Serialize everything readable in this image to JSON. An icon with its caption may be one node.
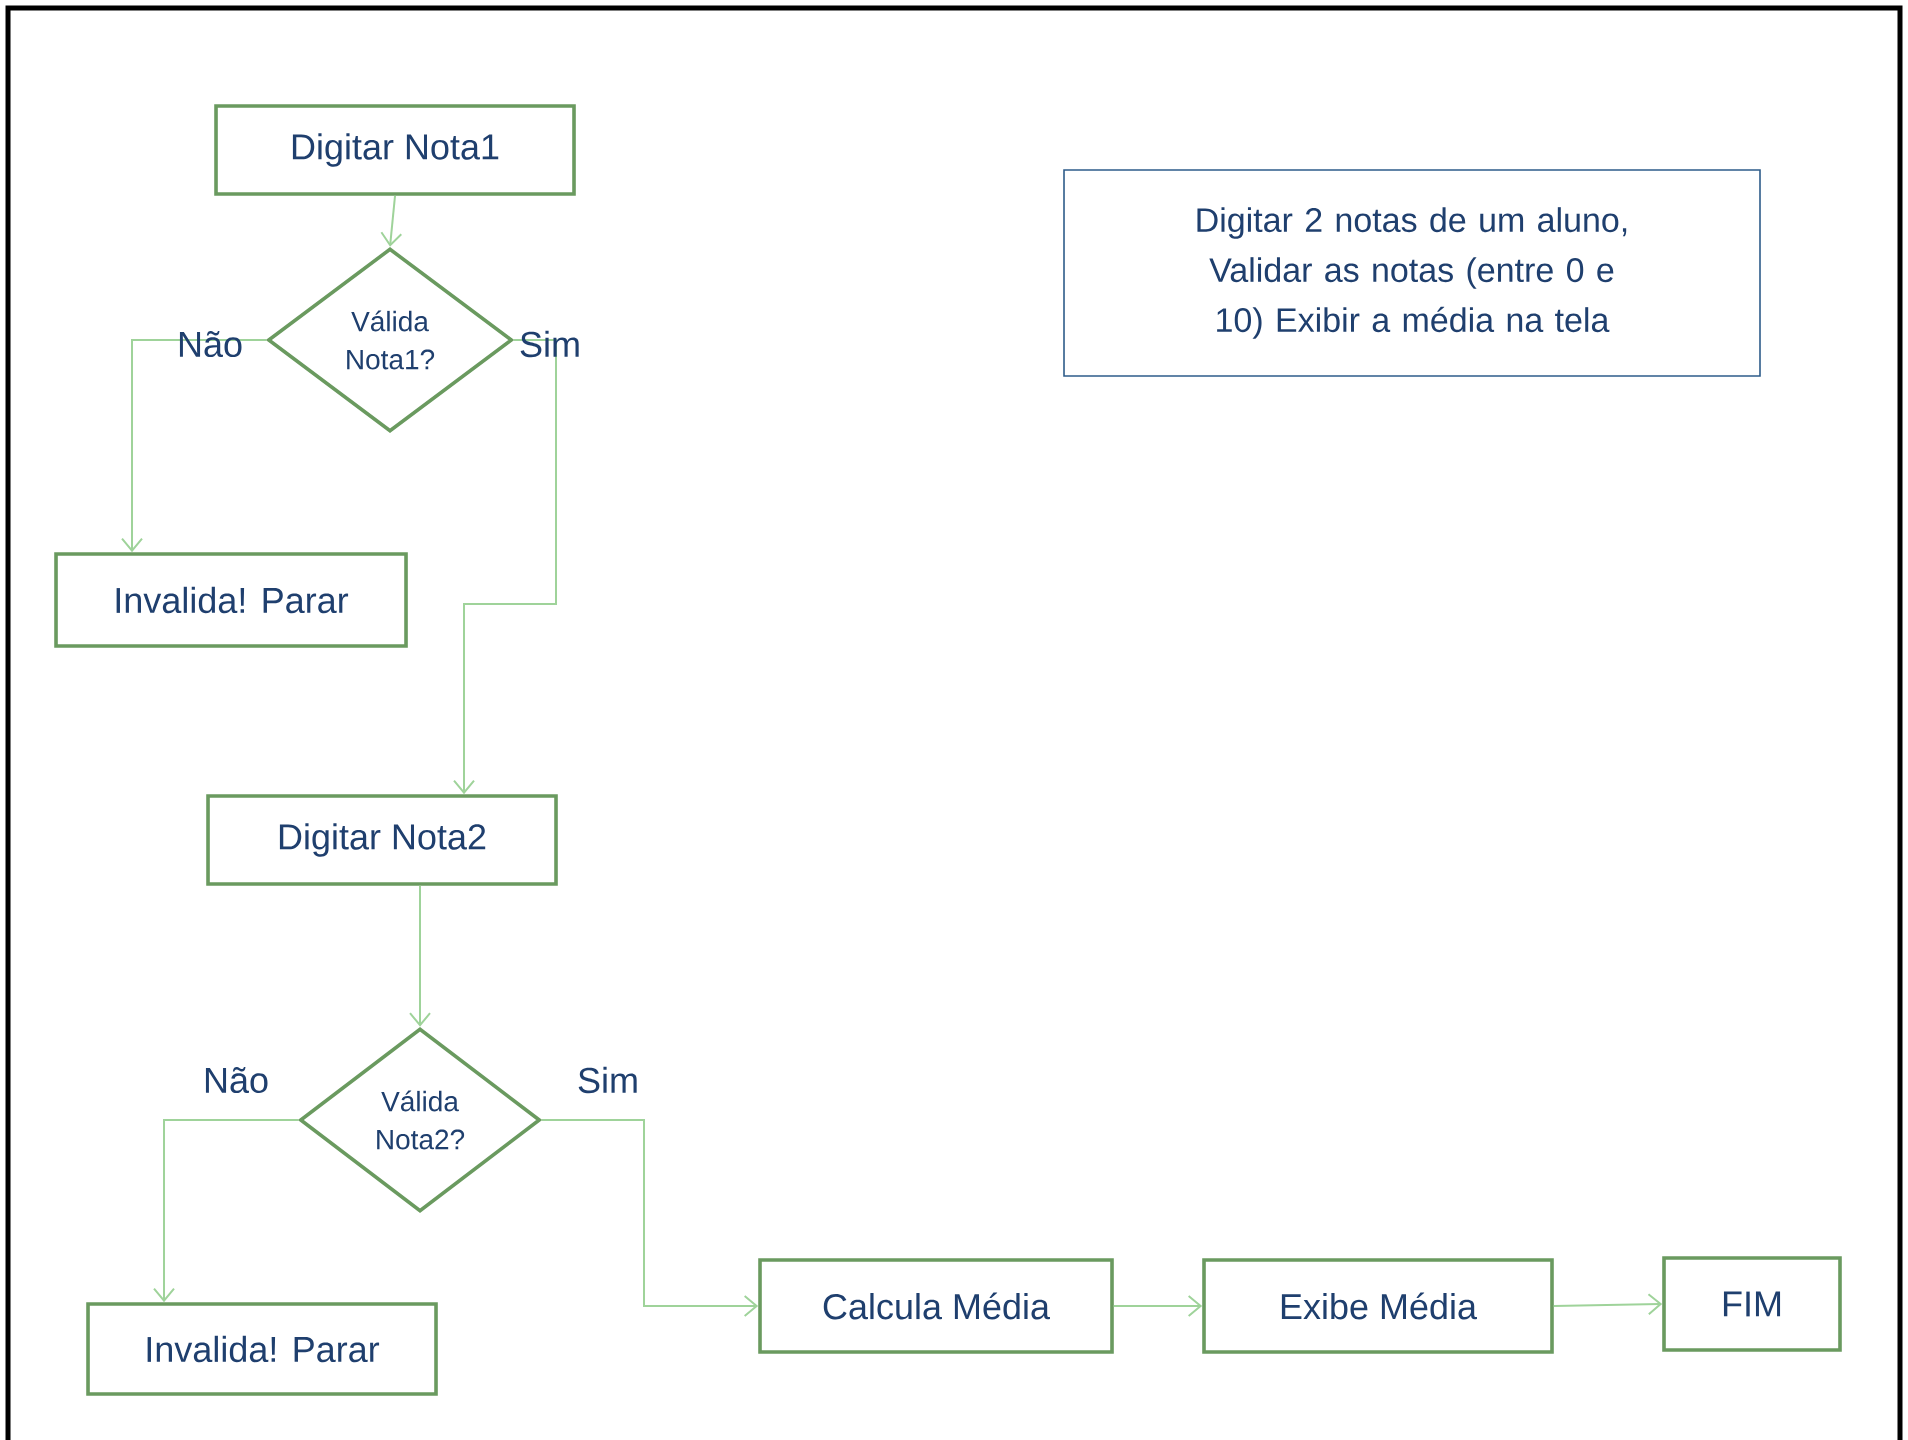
{
  "diagram": {
    "nodes": [
      {
        "text": [
          "Digitar Nota1"
        ]
      },
      {
        "text": [
          "Válida Nota1?"
        ]
      },
      {
        "text": [
          "Invalida! Parar"
        ]
      },
      {
        "text": [
          "Digitar Nota2"
        ]
      },
      {
        "text": [
          "Válida Nota2?"
        ]
      },
      {
        "text": [
          "Invalida! Parar"
        ]
      },
      {
        "text": [
          "Calcula Média"
        ]
      },
      {
        "text": [
          "Exibe Média"
        ]
      },
      {
        "text": [
          "FIM"
        ]
      },
      {
        "text": [
          "Digitar 2 notas de um aluno, Validar as notas (entre 0 e 10) Exibir a média na tela"
        ]
      }
    ],
    "edges": [
      {
        "from": 0,
        "to": 1,
        "arrow": "to"
      },
      {
        "from": 1,
        "to": 2,
        "arrow": "to",
        "label": "Não"
      },
      {
        "from": 1,
        "to": 3,
        "arrow": "to",
        "label": "Sim"
      },
      {
        "from": 3,
        "to": 4,
        "arrow": "to"
      },
      {
        "from": 4,
        "to": 5,
        "arrow": "to",
        "label": "Não"
      },
      {
        "from": 4,
        "to": 6,
        "arrow": "to",
        "label": "Sim"
      },
      {
        "from": 6,
        "to": 7,
        "arrow": "to"
      },
      {
        "from": 7,
        "to": 8,
        "arrow": "to"
      }
    ]
  }
}
